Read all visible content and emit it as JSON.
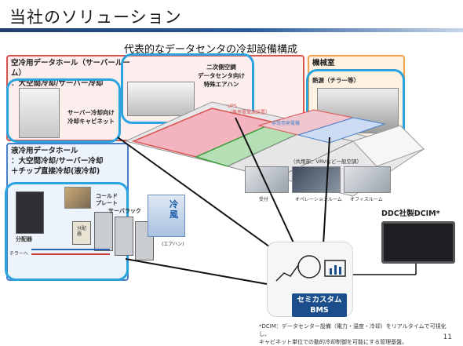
{
  "header": {
    "title": "当社のソリューション"
  },
  "diagram": {
    "subtitle": "代表的なデータセンタの冷却設備構成",
    "air_hall": {
      "heading": "空冷用データホール（サーバールーム）\n：大空間冷却/サーバー冷却",
      "cabinet_label": "サーバー冷却向け\n冷却キャビネット",
      "aircon_label": "二次側空調\nデータセンタ向け\n特殊エアハン"
    },
    "machine_room": {
      "heading": "機械室",
      "source_label": "熱源（チラー等）"
    },
    "liquid_hall": {
      "heading": "液冷用データホール\n：大空間冷却/サーバー冷却\n＋チップ直接冷却(液冷却)",
      "cold_plate": "コールド\nプレート",
      "server_rack": "サーバラック",
      "distributor1": "分配器",
      "distributor2": "分配\n器",
      "chiller": "チラーへ",
      "cold_air": "冷\n風",
      "air_handler": "(エアハン)"
    },
    "facility": {
      "ups": "UPS\n（無停電電源装置）",
      "generator": "非常用発電機",
      "common": "（共用部：VRVなど一般空調）",
      "reception": "受付",
      "operation": "オペレーションルーム",
      "office": "オフィスルーム"
    },
    "dcim_label": "DDC社製DCIM*",
    "bms": "セミカスタム\nBMS",
    "note": "*DCIM：データセンター設備（電力・温度・冷却）をリアルタイムで可視化し、\nキャビネット単位での動的冷却制御を可能にする管理基盤。",
    "page_number": "11"
  },
  "colors": {
    "title_rule": "#1f3f6e",
    "highlight": "#2aa3de",
    "air_panel": "#d9534f",
    "machine_panel": "#f0a24a",
    "liquid_panel": "#4a80c9",
    "bms_badge": "#1c4e8c"
  }
}
